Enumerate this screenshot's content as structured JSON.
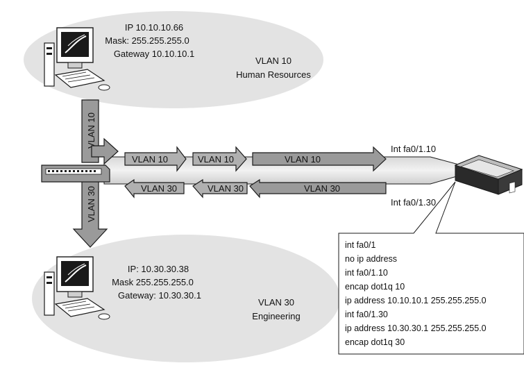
{
  "top_host": {
    "ip": "IP  10.10.10.66",
    "mask": "Mask:  255.255.255.0",
    "gateway": "Gateway  10.10.10.1"
  },
  "top_zone": {
    "vlan": "VLAN 10",
    "name": "Human Resources"
  },
  "bottom_host": {
    "ip": "IP:  10.30.30.38",
    "mask": "Mask  255.255.255.0",
    "gateway": "Gateway:  10.30.30.1"
  },
  "bottom_zone": {
    "vlan": "VLAN 30",
    "name": "Engineering"
  },
  "vertical_arrows": {
    "up": "VLAN 10",
    "down": "VLAN 30"
  },
  "trunk_arrows": {
    "right": [
      "VLAN 10",
      "VLAN 10",
      "VLAN 10"
    ],
    "left": [
      "VLAN 30",
      "VLAN 30",
      "VLAN 30"
    ]
  },
  "subinterfaces": {
    "upper": "Int fa0/1.10",
    "lower": "Int fa0/1.30"
  },
  "router_config": [
    "int fa0/1",
    "no ip address",
    "int fa0/1.10",
    "encap dot1q 10",
    "ip address 10.10.10.1  255.255.255.0",
    "int fa0/1.30",
    "ip address 10.30.30.1  255.255.255.0",
    "encap dot1q 30"
  ],
  "colors": {
    "cloud": "#e3e3e3",
    "trunk": "#c8c8c8",
    "arrow_fill": "#9a9a9a",
    "outline": "#1a1a1a"
  }
}
